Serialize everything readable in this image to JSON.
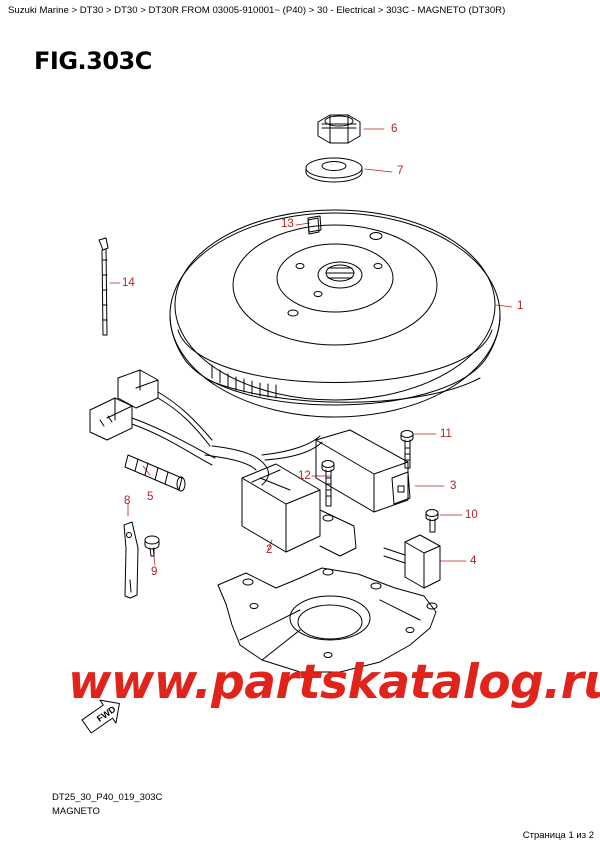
{
  "breadcrumb": "Suzuki Marine > DT30 > DT30 > DT30R FROM 03005-910001~ (P40) > 30 - Electrical > 303C - MAGNETO (DT30R)",
  "figure": {
    "title": "FIG.303C",
    "code": "DT25_30_P40_019_303C",
    "name": "MAGNETO"
  },
  "watermark": "www.partskatalog.ru",
  "fwd_label": "FWD",
  "page_indicator": "Страница 1 из 2",
  "callouts": [
    "1",
    "2",
    "3",
    "4",
    "5",
    "6",
    "7",
    "8",
    "9",
    "10",
    "11",
    "12",
    "13",
    "14"
  ],
  "colors": {
    "callout": "#b02525",
    "watermark": "#e1241b",
    "line": "#000000"
  }
}
